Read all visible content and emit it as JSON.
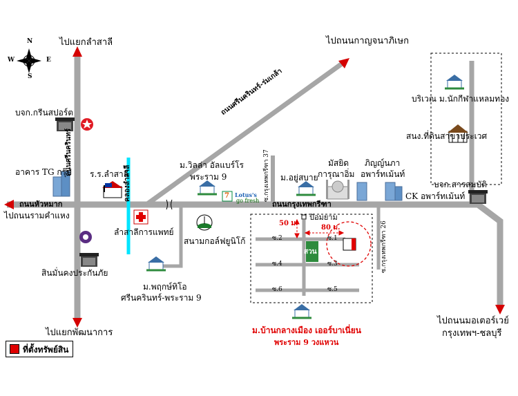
{
  "compass": {
    "n": "N",
    "s": "S",
    "e": "E",
    "w": "W"
  },
  "roads": {
    "to_lam_sali": "ไปแยกลำสาลี",
    "to_kanchanaphisek": "ไปถนนกาญจนาภิเษก",
    "srinakarin_rom_klao": "ถนนศรีนครินทร์-ร่มเกล้า",
    "srinakarin": "ถนนศรีนครินทร์",
    "hua_mak": "ถนนหัวหมาก",
    "to_ramkhamhaeng": "ไปถนนรามคำแหง",
    "krungthep_kritha": "ถนนกรุงเทพกรีฑา",
    "soi_37": "ซ.กรุงเทพกรีฑา 37",
    "soi_26": "ซ.กรุงเทพกรีฑา 26",
    "to_pattanakan": "ไปแยกพัฒนาการ",
    "to_motorway": "ไปถนนมอเตอร์เวย์",
    "krungthep_chonburi": "กรุงเทพฯ-ชลบุรี",
    "khlong_lam_sali": "คลองลำสาลี"
  },
  "places": {
    "green_sport": "บจก.กรีนสปอร์ต",
    "tg_group": "อาคาร TG กรุ๊ป",
    "school": "ร.ร.ลำสาลี",
    "clinic": "ลำสาลีการแพทย์",
    "villa": "ม.วิลล่า อัลแบร์โร",
    "villa2": "พระราม 9",
    "golf": "สนามกอล์ฟยูนิโก้",
    "lotus_a": "Lotus's",
    "lotus_b": "go fresh",
    "seven": "7",
    "yu_sabai": "ม.อยู่สบาย",
    "mosque": "มัสยิด",
    "mosque2": "การุณาอิ่ม",
    "condo": "ภิญญ์นภา",
    "condo2": "อพาร์ทเม้นท์",
    "nakkila": "บริเวณ ม.นักกีฬาแหลมทอง",
    "land_office": "สนง.ที่ดินสาขาประเวศ",
    "ck": "CK อพาร์ทเม้นท์",
    "sarasombat": "บจก.สารสมบัติ",
    "insurance": "สินมั่นคงประกันภัย",
    "pruksa": "ม.พฤกษ์ทิโอ",
    "pruksa2": "ศรีนครินทร์-พระราม 9",
    "baan_klang": "ม.บ้านกลางเมือง เออร์บาเนี่ยน",
    "baan_klang2": "พระราม 9 วงแหวน",
    "gas": "ป้อมยาม",
    "park": "สวน"
  },
  "inset": {
    "soi_2": "ซ.2",
    "soi_1": "ซ.1",
    "soi_4": "ซ.4",
    "soi_3": "ซ.3",
    "soi_6": "ซ.6",
    "soi_5": "ซ.5",
    "dist_50": "50 ม.",
    "dist_80": "80 ม."
  },
  "legend": {
    "label": "ที่ตั้งทรัพย์สิน",
    "color": "#e00000"
  },
  "colors": {
    "road": "#a6a6a6",
    "arrow_red": "#d40000",
    "canal": "#00e5ff",
    "marker": "#e00000",
    "park": "#2e8b3d"
  }
}
